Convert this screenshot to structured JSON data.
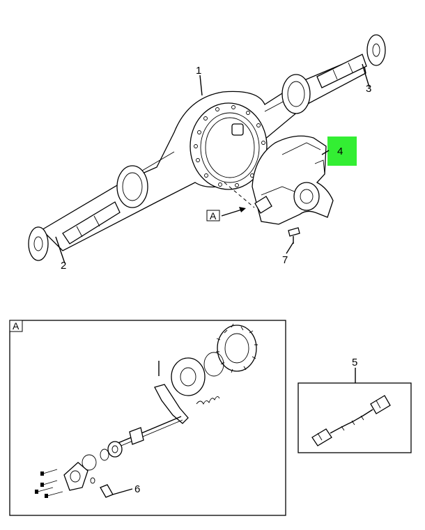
{
  "callouts": {
    "c1": "1",
    "c2": "2",
    "c3": "3",
    "c4": "4",
    "c5": "5",
    "c6": "6",
    "c7": "7"
  },
  "detail_ref": {
    "main_tag": "A",
    "inset_tag": "A"
  },
  "colors": {
    "highlight": "#33ee33",
    "line": "#000000",
    "background": "#ffffff"
  }
}
